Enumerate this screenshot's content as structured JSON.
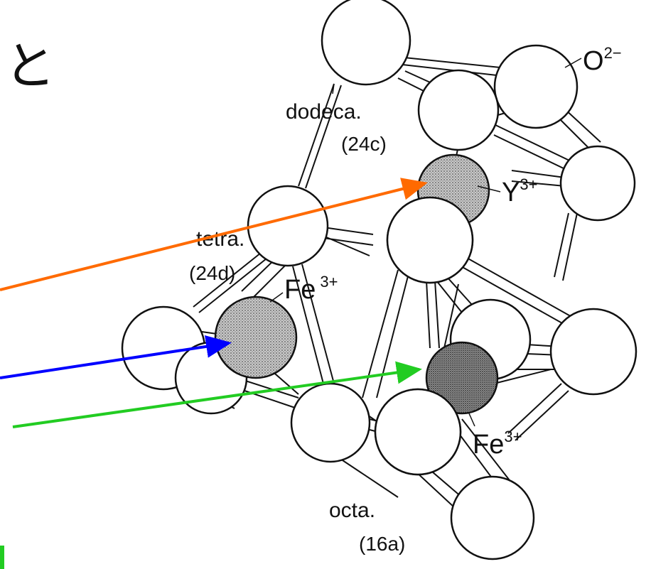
{
  "page_text": {
    "partial_left_char": "と"
  },
  "labels": {
    "oxygen": "O",
    "oxygen_charge": "2−",
    "dodeca_site": "dodeca.",
    "dodeca_wyckoff": "(24c)",
    "yttrium": "Y",
    "yttrium_charge": "3+",
    "tetra_site": "tetra.",
    "tetra_wyckoff": "(24d)",
    "iron_tetra": "Fe",
    "iron_tetra_charge": "3+",
    "iron_octa": "Fe",
    "iron_octa_charge": "3+",
    "octa_site": "octa.",
    "octa_wyckoff": "(16a)"
  },
  "arrows": [
    {
      "target": "dodecahedral Y3+ site",
      "color": "#ff6a00"
    },
    {
      "target": "tetrahedral Fe3+ site",
      "color": "#0000ff"
    },
    {
      "target": "octahedral Fe3+ site",
      "color": "#22cc22"
    }
  ],
  "colors": {
    "oxygen_fill": "#ffffff",
    "cation_fill": "#9a9a9a",
    "line": "#111111"
  }
}
